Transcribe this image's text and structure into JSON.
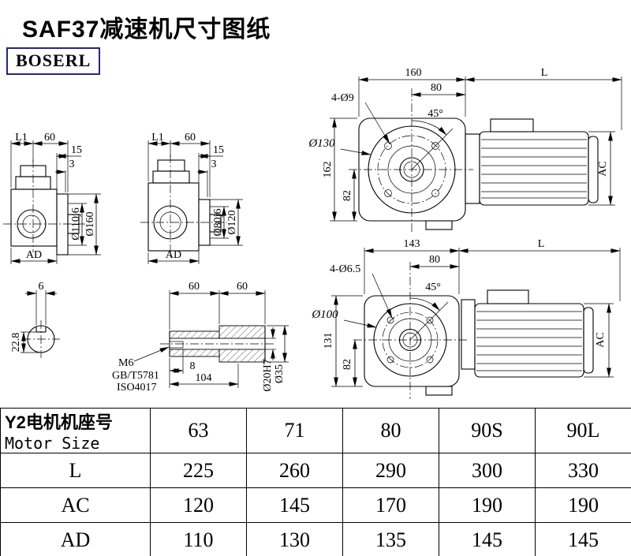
{
  "page": {
    "title": "SAF37减速机尺寸图纸",
    "logo": "BOSERL"
  },
  "views": {
    "side_small": {
      "l1": "L1",
      "d60": "60",
      "d15": "15",
      "d3": "3",
      "dia_spigot": "Ø110j6",
      "dia_flange": "Ø160",
      "ad": "AD"
    },
    "side_large": {
      "l1": "L1",
      "d60": "60",
      "d15": "15",
      "d3": "3",
      "dia_spigot": "Ø80j6",
      "dia_flange": "Ø120",
      "ad": "AD"
    },
    "front_top": {
      "width": "160",
      "l": "L",
      "holes": "4-Ø9",
      "d80": "80",
      "angle": "45°",
      "dia": "Ø130",
      "height": "162",
      "h82": "82",
      "ac": "AC"
    },
    "front_bottom": {
      "width": "143",
      "l": "L",
      "holes": "4-Ø6.5",
      "d80": "80",
      "angle": "45°",
      "dia": "Ø100",
      "height": "131",
      "h82": "82",
      "ac": "AC"
    },
    "shaft_section": {
      "d6": "6",
      "d228": "22.8"
    },
    "shaft_detail": {
      "d60a": "60",
      "d60b": "60",
      "m6": "M6",
      "gb": "GB/T5781",
      "iso": "ISO4017",
      "d8": "8",
      "d104": "104",
      "dia20": "Ø20H7",
      "dia35": "Ø35"
    }
  },
  "table": {
    "header_cn": "Y2电机机座号",
    "header_en": "Motor Size",
    "sizes": [
      "63",
      "71",
      "80",
      "90S",
      "90L"
    ],
    "rows": [
      {
        "label": "L",
        "values": [
          "225",
          "260",
          "290",
          "300",
          "330"
        ]
      },
      {
        "label": "AC",
        "values": [
          "120",
          "145",
          "170",
          "190",
          "190"
        ]
      },
      {
        "label": "AD",
        "values": [
          "110",
          "130",
          "135",
          "145",
          "145"
        ]
      }
    ]
  }
}
